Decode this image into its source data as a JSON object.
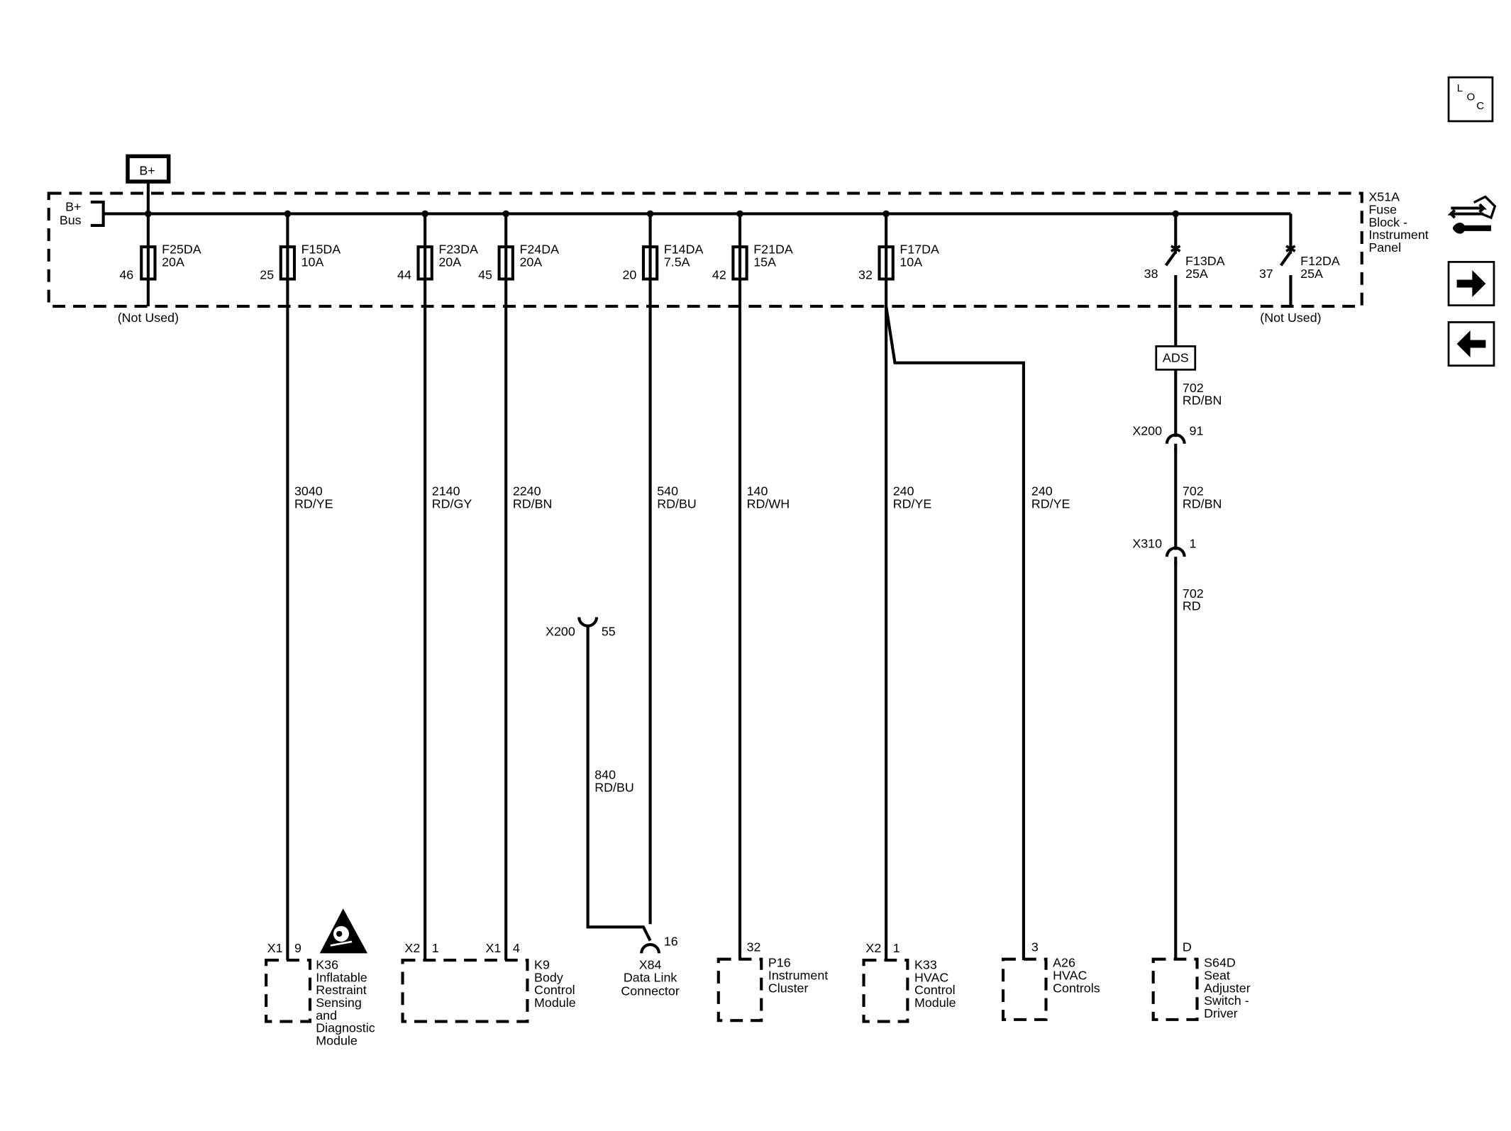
{
  "power": {
    "source_label": "B+",
    "bus_label_1": "B+",
    "bus_label_2": "Bus"
  },
  "fuse_block": {
    "name": "X51A",
    "desc_lines": [
      "Fuse",
      "Block -",
      "Instrument",
      "Panel"
    ]
  },
  "fuses": [
    {
      "id": "F25DA",
      "rating": "20A",
      "pin": "46"
    },
    {
      "id": "F15DA",
      "rating": "10A",
      "pin": "25"
    },
    {
      "id": "F23DA",
      "rating": "20A",
      "pin": "44"
    },
    {
      "id": "F24DA",
      "rating": "20A",
      "pin": "45"
    },
    {
      "id": "F14DA",
      "rating": "7.5A",
      "pin": "20"
    },
    {
      "id": "F21DA",
      "rating": "15A",
      "pin": "42"
    },
    {
      "id": "F17DA",
      "rating": "10A",
      "pin": "32"
    },
    {
      "id": "F13DA",
      "rating": "25A",
      "pin": "38"
    },
    {
      "id": "F12DA",
      "rating": "25A",
      "pin": "37"
    }
  ],
  "not_used_label": "(Not Used)",
  "ads_label": "ADS",
  "wires": [
    {
      "num": "3040",
      "color": "RD/YE"
    },
    {
      "num": "2140",
      "color": "RD/GY"
    },
    {
      "num": "2240",
      "color": "RD/BN"
    },
    {
      "num": "540",
      "color": "RD/BU"
    },
    {
      "num": "140",
      "color": "RD/WH"
    },
    {
      "num": "240",
      "color": "RD/YE"
    },
    {
      "num": "240",
      "color": "RD/YE"
    },
    {
      "num": "702",
      "color": "RD/BN"
    },
    {
      "num": "702",
      "color": "RD/BN"
    },
    {
      "num": "702",
      "color": "RD"
    },
    {
      "num": "840",
      "color": "RD/BU"
    }
  ],
  "inline_connectors": [
    {
      "name": "X200",
      "pin": "91"
    },
    {
      "name": "X310",
      "pin": "1"
    },
    {
      "name": "X200",
      "pin": "55"
    }
  ],
  "components": [
    {
      "id": "K36",
      "lines": [
        "Inflatable",
        "Restraint",
        "Sensing",
        "and",
        "Diagnostic",
        "Module"
      ],
      "conn": "X1",
      "pin": "9"
    },
    {
      "id": "K9",
      "lines": [
        "Body",
        "Control",
        "Module"
      ],
      "conn_a": "X2",
      "pin_a": "1",
      "conn_b": "X1",
      "pin_b": "4"
    },
    {
      "id": "X84",
      "lines": [
        "Data Link",
        "Connector"
      ],
      "pin": "16"
    },
    {
      "id": "P16",
      "lines": [
        "Instrument",
        "Cluster"
      ],
      "pin": "32"
    },
    {
      "id": "K33",
      "lines": [
        "HVAC",
        "Control",
        "Module"
      ],
      "conn": "X2",
      "pin": "1"
    },
    {
      "id": "A26",
      "lines": [
        "HVAC",
        "Controls"
      ],
      "pin": "3"
    },
    {
      "id": "S64D",
      "lines": [
        "Seat",
        "Adjuster",
        "Switch -",
        "Driver"
      ],
      "pin": "D"
    }
  ],
  "sidebar": {
    "loc_letters": [
      "L",
      "O",
      "C"
    ],
    "loc_icon": "loc-icon",
    "connector_icon": "connector-view-icon",
    "next_icon": "arrow-right-icon",
    "prev_icon": "arrow-left-icon"
  }
}
